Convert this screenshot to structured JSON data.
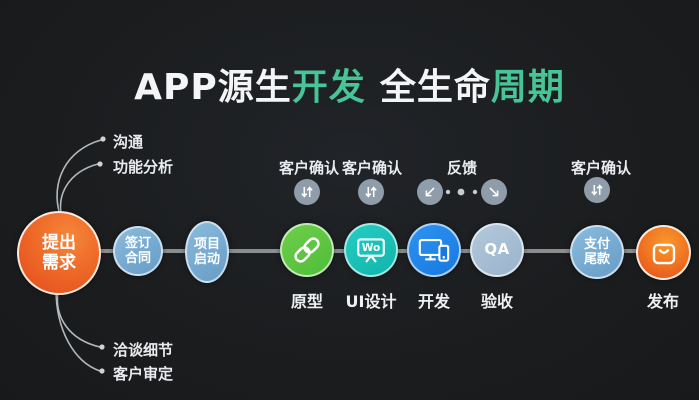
{
  "title": {
    "part1": "APP源生",
    "part2": "开发",
    "part3": "全生命",
    "part4": "周期"
  },
  "colors": {
    "background": "#1b1d1f",
    "title_accent_green": "#46c596",
    "start_node_orange": "#ef6a28",
    "steel_blue_node": "#74a8cf",
    "prototype_green": "#4fbd38",
    "ui_teal": "#10b5ab",
    "dev_blue": "#1678e0",
    "qa_gray_blue": "#9ab4cc",
    "publish_orange": "#f07422",
    "flow_line_gray": "#8b8e91"
  },
  "start_node": {
    "line1": "提出",
    "line2": "需求"
  },
  "branches": {
    "top": [
      {
        "label": "沟通"
      },
      {
        "label": "功能分析"
      }
    ],
    "bottom": [
      {
        "label": "洽谈细节"
      },
      {
        "label": "客户审定"
      }
    ]
  },
  "flow_nodes": {
    "contract": {
      "line1": "签订",
      "line2": "合同"
    },
    "kickoff": {
      "line1": "项目",
      "line2": "启动"
    },
    "prototype": {
      "label": "原型",
      "icon": "chain-link-icon"
    },
    "ui_design": {
      "label": "UI设计",
      "icon": "design-board-icon",
      "icon_text": "Wo"
    },
    "development": {
      "label": "开发",
      "icon": "monitor-phone-icon"
    },
    "qa": {
      "label": "验收",
      "badge": "QA"
    },
    "payment": {
      "line1": "支付",
      "line2": "尾款"
    },
    "publish": {
      "label": "发布",
      "icon": "shopping-bag-icon"
    }
  },
  "annotations": {
    "confirm1": {
      "label": "客户确认",
      "icon": "swap-arrows-icon"
    },
    "confirm2": {
      "label": "客户确认",
      "icon": "swap-arrows-icon"
    },
    "feedback": {
      "label": "反馈",
      "icon_left": "arrow-down-left-icon",
      "icon_right": "arrow-down-right-icon"
    },
    "confirm3": {
      "label": "客户确认",
      "icon": "swap-arrows-icon"
    }
  }
}
